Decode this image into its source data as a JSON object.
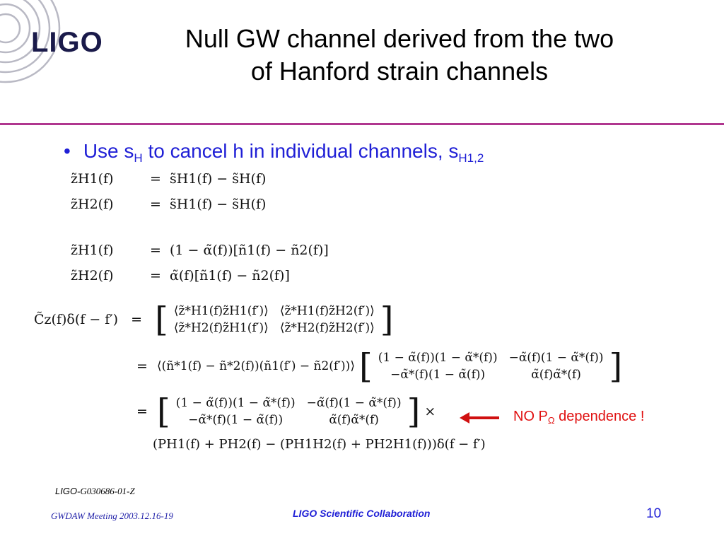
{
  "header": {
    "logo_text": "LIGO",
    "title_line1": "Null GW channel derived from the two",
    "title_line2": "of Hanford strain channels"
  },
  "bullet": {
    "marker": "•",
    "text_a": "Use s",
    "sub_a": "H",
    "text_b": " to cancel h in individual channels, s",
    "sub_b": "H1,2"
  },
  "equations": {
    "eq1_lhs": "z̃H1(f)",
    "eq1_rhs": "s̃H1(f) − s̃H(f)",
    "eq2_lhs": "z̃H2(f)",
    "eq2_rhs": "s̃H1(f) − s̃H(f)",
    "eq3_lhs": "z̃H1(f)",
    "eq3_rhs": "(1 − α̃(f))[ñ1(f) − ñ2(f)]",
    "eq4_lhs": "z̃H2(f)",
    "eq4_rhs": "α̃(f)[ñ1(f) − ñ2(f)]",
    "eq5_lhs": "C̃z(f)δ(f − f′)",
    "eq5_m11": "⟨z̃*H1(f)z̃H1(f′)⟩",
    "eq5_m12": "⟨z̃*H1(f)z̃H2(f′)⟩",
    "eq5_m21": "⟨z̃*H2(f)z̃H1(f′)⟩",
    "eq5_m22": "⟨z̃*H2(f)z̃H2(f′)⟩",
    "eq6_pre": "⟨(ñ*1(f) − ñ*2(f))(ñ1(f′) − ñ2(f′))⟩",
    "eq6_m11": "(1 − α̃(f))(1 − α̃*(f))",
    "eq6_m12": "−α̃(f)(1 − α̃*(f))",
    "eq6_m21": "−α̃*(f)(1 − α̃(f))",
    "eq6_m22": "α̃(f)α̃*(f)",
    "eq7_m11": "(1 − α̃(f))(1 − α̃*(f))",
    "eq7_m12": "−α̃(f)(1 − α̃*(f))",
    "eq7_m21": "−α̃*(f)(1 − α̃(f))",
    "eq7_m22": "α̃(f)α̃*(f)",
    "eq7_times": "×",
    "eq8": "(PH1(f) + PH2(f) − (PH1H2(f) + PH2H1(f)))δ(f − f′)",
    "equals": "="
  },
  "annotation": {
    "text_a": "NO P",
    "sub": "Ω",
    "text_b": " dependence !"
  },
  "footer": {
    "docid_a": "LIGO",
    "docid_b": "-G030686-01-Z",
    "meeting": "GWDAW Meeting 2003.12.16-19",
    "collab": "LIGO Scientific Collaboration",
    "page": "10"
  },
  "colors": {
    "rule": "#b0368f",
    "bullet_text": "#1f1fd6",
    "note": "#e01010",
    "arrow": "#d01010"
  }
}
